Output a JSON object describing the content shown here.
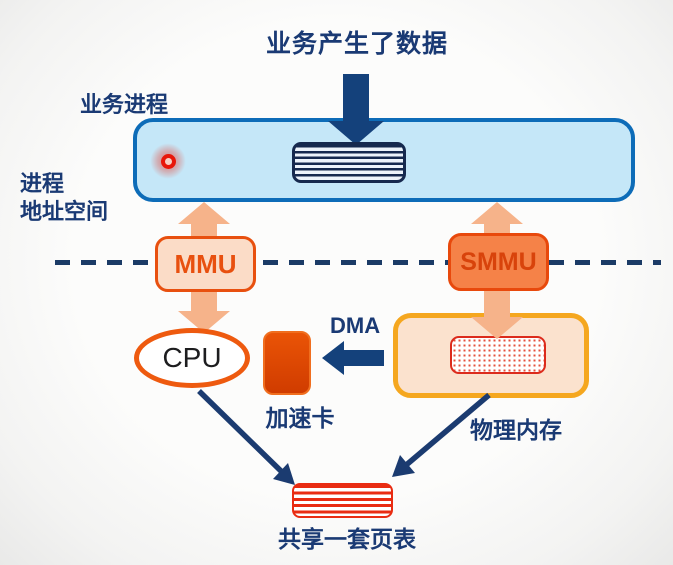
{
  "diagram": {
    "title": "业务产生了数据",
    "labels": {
      "business_process": "业务进程",
      "process_address_space_line1": "进程",
      "process_address_space_line2": "地址空间",
      "dma": "DMA",
      "accelerator_card": "加速卡",
      "physical_memory": "物理内存",
      "shared_page_table": "共享一套页表"
    },
    "nodes": {
      "mmu": "MMU",
      "smmu": "SMMU",
      "cpu": "CPU"
    },
    "colors": {
      "navy_text": "#1a3a74",
      "navy_arrow": "#14417b",
      "process_box_fill": "#c5e7f8",
      "process_box_border": "#0d6cb8",
      "salmon_arrow": "#f6b38a",
      "mmu_fill": "#fbdcc7",
      "mmu_border": "#e8500f",
      "smmu_fill": "#f58248",
      "cpu_border": "#ee5a0f",
      "accelerator_fill": "#e04a08",
      "physical_memory_fill": "#fbe2ce",
      "physical_memory_border": "#f5a71f",
      "red_accent": "#e92c12"
    }
  }
}
